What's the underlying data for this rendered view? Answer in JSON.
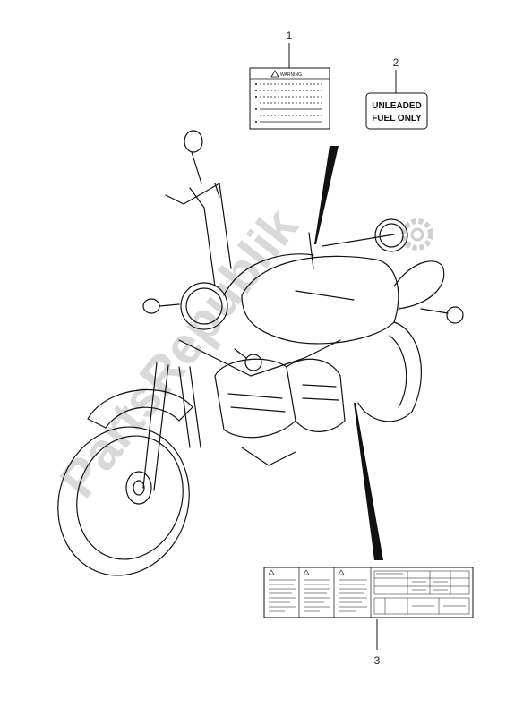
{
  "callouts": [
    {
      "number": "1"
    },
    {
      "number": "2"
    },
    {
      "number": "3"
    }
  ],
  "warning_label": {
    "heading": "WARNING"
  },
  "fuel_label": {
    "line1": "UNLEADED",
    "line2": "FUEL ONLY"
  },
  "watermark": {
    "text": "PartsRepublik"
  },
  "colors": {
    "line": "#111111",
    "watermark": "#d9d9d9",
    "background": "#ffffff"
  }
}
